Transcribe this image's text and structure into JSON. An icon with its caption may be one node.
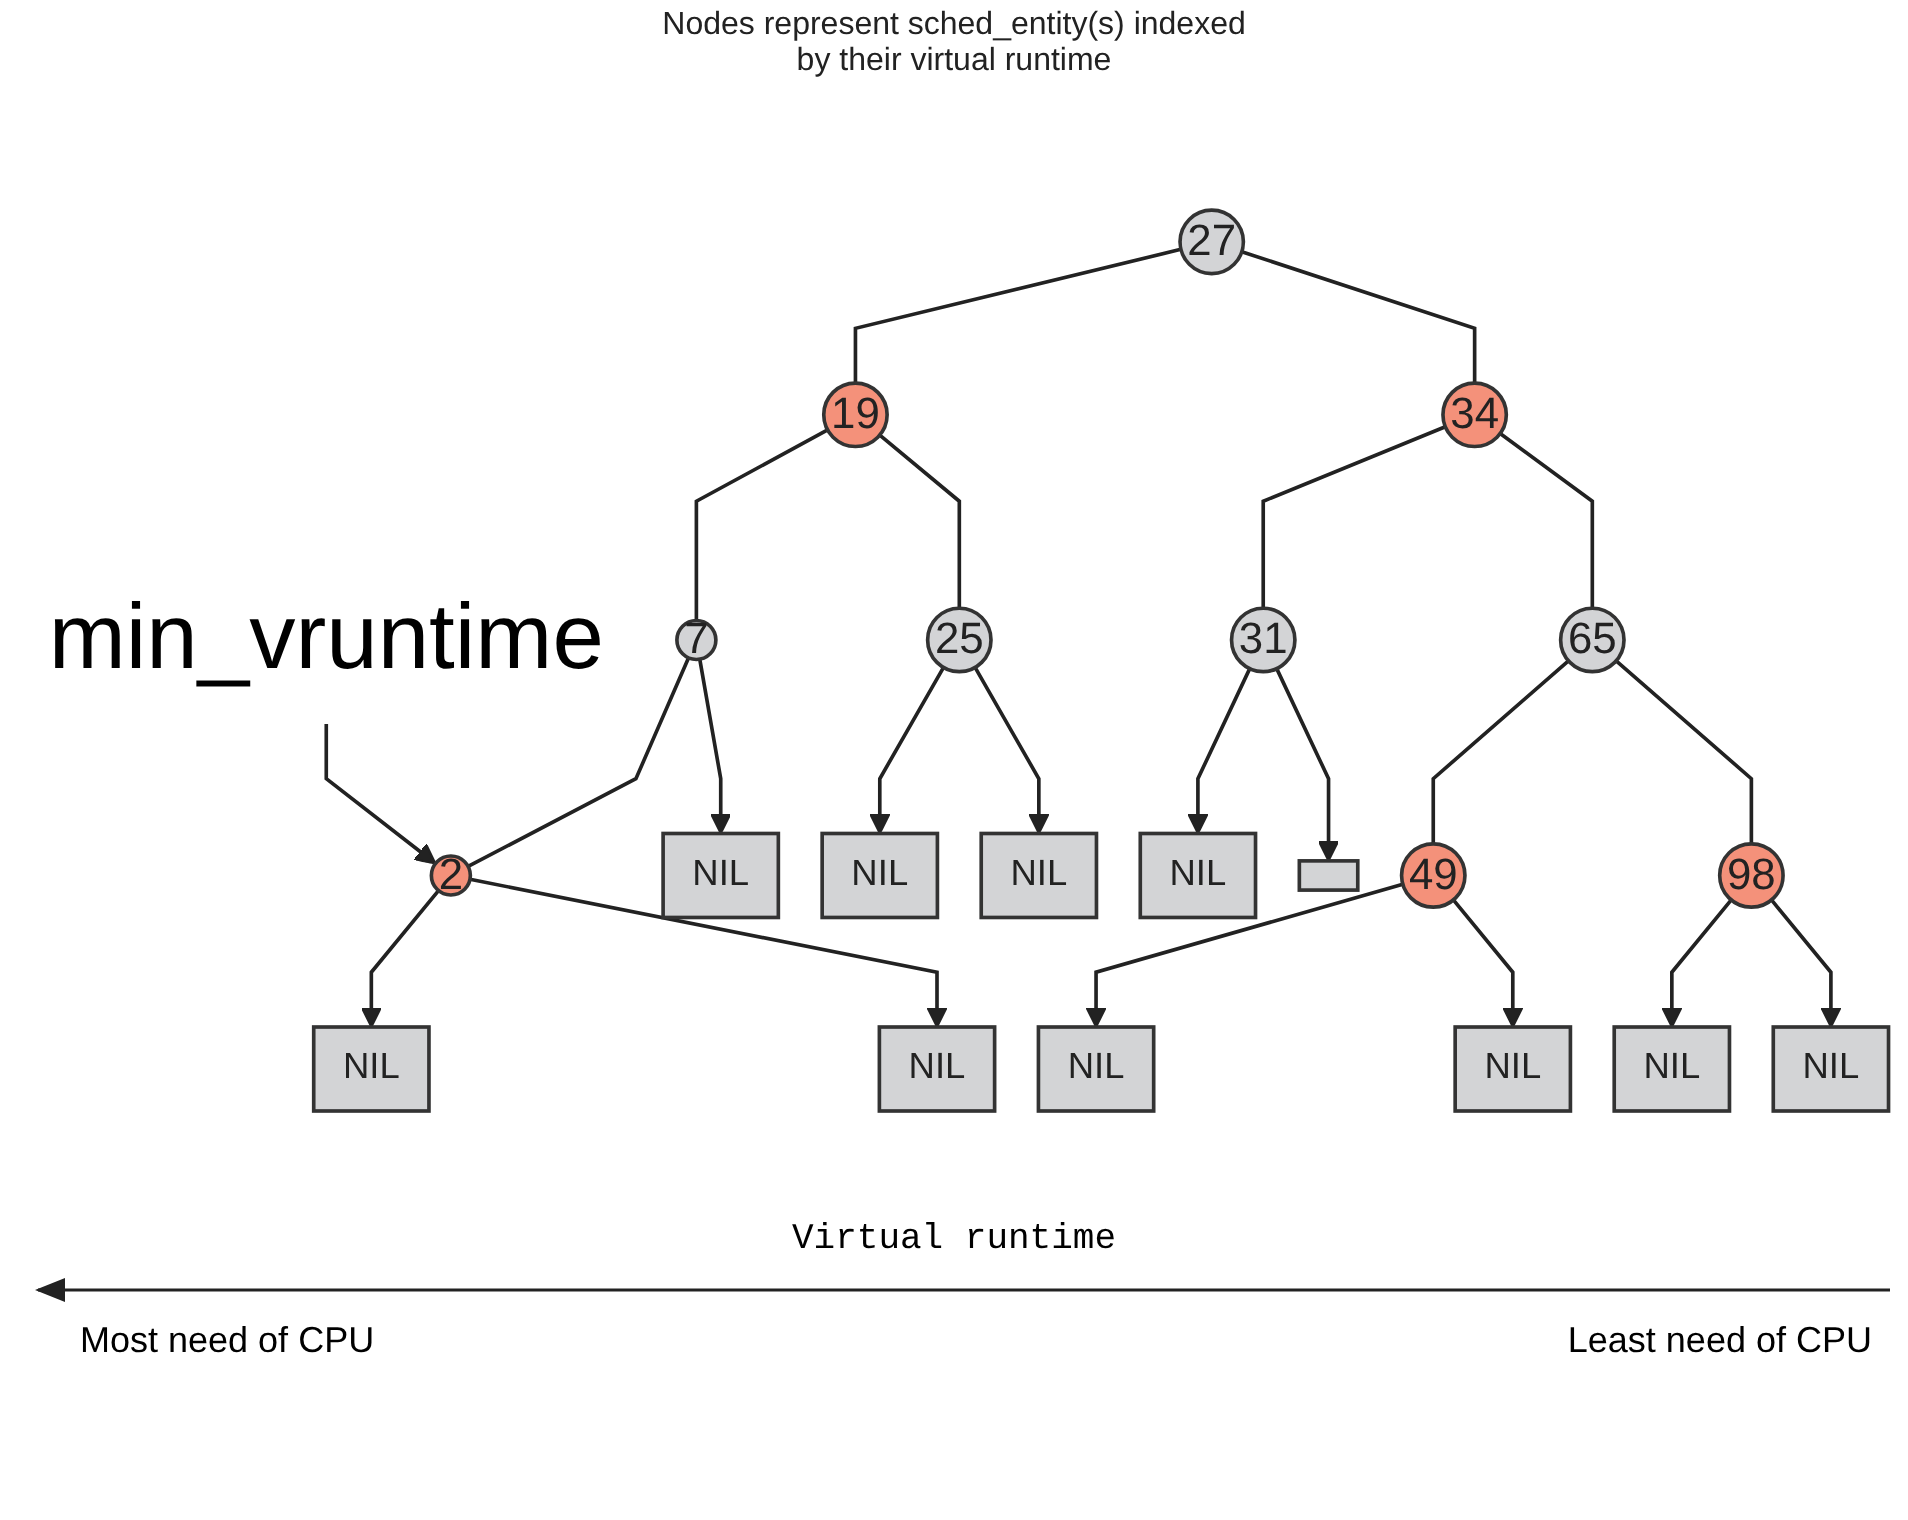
{
  "diagram": {
    "nodes": [
      {
        "text": [
          "27"
        ]
      },
      {
        "text": [
          "19"
        ]
      },
      {
        "text": [
          "34"
        ]
      },
      {
        "text": [
          "7"
        ]
      },
      {
        "text": [
          "25"
        ]
      },
      {
        "text": [
          "31"
        ]
      },
      {
        "text": [
          "65"
        ]
      },
      {
        "text": [
          "NIL"
        ]
      },
      {
        "text": [
          "NIL"
        ]
      },
      {
        "text": [
          "NIL"
        ]
      },
      {
        "text": [
          "NIL"
        ]
      },
      {
        "text": [],
        "shape": "box"
      },
      {
        "text": [
          "2"
        ]
      },
      {
        "text": [
          "49"
        ]
      },
      {
        "text": [
          "98"
        ]
      },
      {
        "text": [
          "NIL"
        ]
      },
      {
        "text": [
          "NIL"
        ]
      },
      {
        "text": [
          "NIL"
        ]
      },
      {
        "text": [
          "NIL"
        ]
      },
      {
        "text": [
          "NIL"
        ]
      },
      {
        "text": [
          "NIL"
        ]
      },
      {
        "text": [
          "min_vruntime"
        ]
      }
    ],
    "edges": [
      {
        "from": 0,
        "to": 1,
        "arrow": "none"
      },
      {
        "from": 0,
        "to": 2,
        "arrow": "none"
      },
      {
        "from": 1,
        "to": 3,
        "arrow": "none"
      },
      {
        "from": 1,
        "to": 4,
        "arrow": "none"
      },
      {
        "from": 2,
        "to": 5,
        "arrow": "none"
      },
      {
        "from": 2,
        "to": 6,
        "arrow": "none"
      },
      {
        "from": 3,
        "to": 12,
        "arrow": "none"
      },
      {
        "from": 3,
        "to": 7,
        "arrow": "to"
      },
      {
        "from": 4,
        "to": 8,
        "arrow": "to"
      },
      {
        "from": 4,
        "to": 9,
        "arrow": "to"
      },
      {
        "from": 5,
        "to": 10,
        "arrow": "to"
      },
      {
        "from": 5,
        "to": 11,
        "arrow": "to"
      },
      {
        "from": 6,
        "to": 13,
        "arrow": "none"
      },
      {
        "from": 6,
        "to": 14,
        "arrow": "none"
      },
      {
        "from": 12,
        "to": 15,
        "arrow": "to"
      },
      {
        "from": 12,
        "to": 16,
        "arrow": "to"
      },
      {
        "from": 13,
        "to": 17,
        "arrow": "to"
      },
      {
        "from": 13,
        "to": 18,
        "arrow": "to"
      },
      {
        "from": 14,
        "to": 19,
        "arrow": "to"
      },
      {
        "from": 14,
        "to": 20,
        "arrow": "to"
      },
      {
        "from": 21,
        "to": 12,
        "arrow": "to"
      }
    ],
    "labels": [
      "Nodes represent sched_entity(s) indexed by their virtual runtime",
      "Virtual runtime",
      "Most need of CPU",
      "Least need of CPU"
    ]
  }
}
